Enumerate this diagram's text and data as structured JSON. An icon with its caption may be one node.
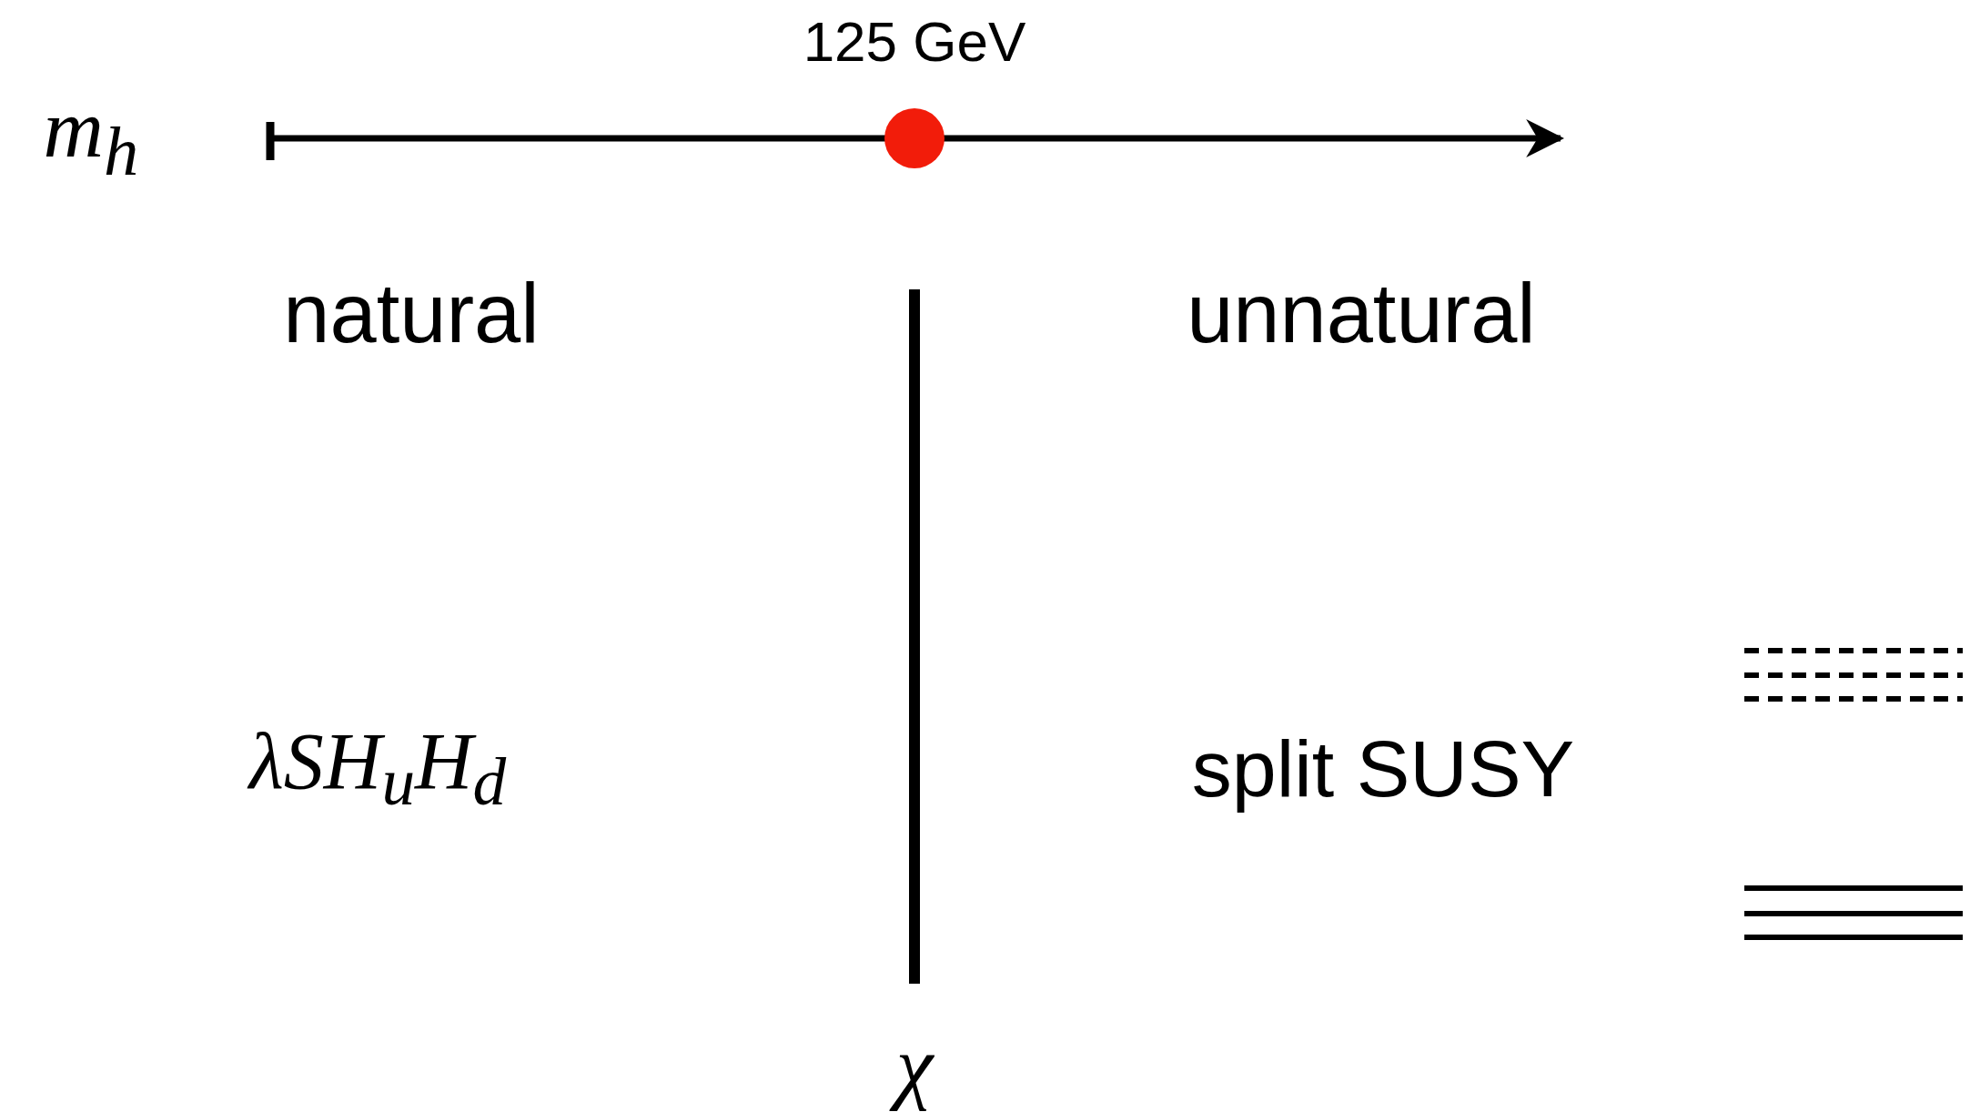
{
  "diagram": {
    "labels": [
      "125 GeV",
      "m$_{h}$",
      "natural",
      "unnatural",
      "λSH$_{u}$H$_{d}$",
      "split SUSY",
      "χ"
    ]
  }
}
